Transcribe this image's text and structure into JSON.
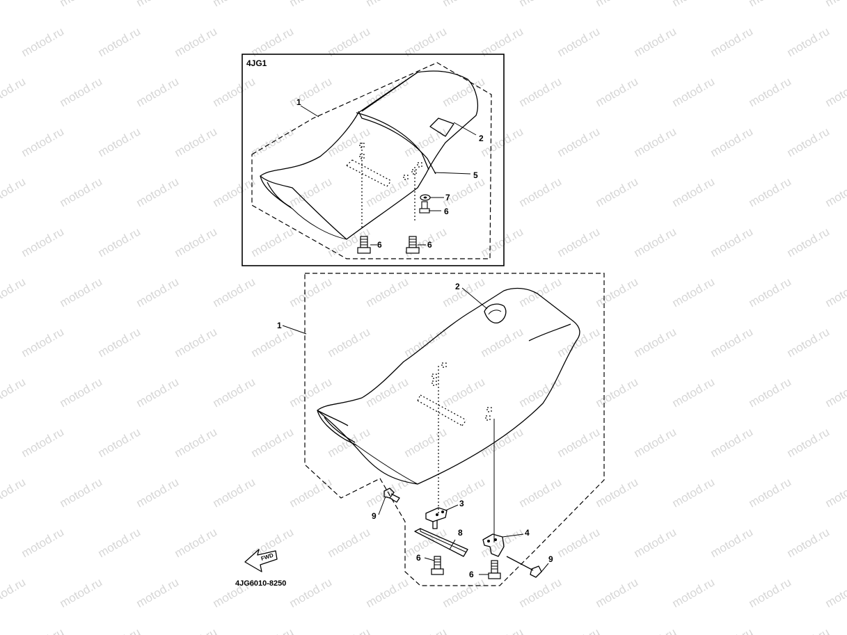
{
  "watermark": {
    "text": "motod.ru",
    "color": "#d6d6d6"
  },
  "inset": {
    "title": "4JG1",
    "callouts": [
      {
        "id": "inset-1",
        "label": "1"
      },
      {
        "id": "inset-2",
        "label": "2"
      },
      {
        "id": "inset-5",
        "label": "5"
      },
      {
        "id": "inset-7",
        "label": "7"
      },
      {
        "id": "inset-6a",
        "label": "6"
      },
      {
        "id": "inset-6b",
        "label": "6"
      },
      {
        "id": "inset-6c",
        "label": "6"
      }
    ]
  },
  "main": {
    "callouts": [
      {
        "id": "main-1",
        "label": "1"
      },
      {
        "id": "main-2",
        "label": "2"
      },
      {
        "id": "main-3",
        "label": "3"
      },
      {
        "id": "main-4",
        "label": "4"
      },
      {
        "id": "main-8",
        "label": "8"
      },
      {
        "id": "main-9a",
        "label": "9"
      },
      {
        "id": "main-9b",
        "label": "9"
      },
      {
        "id": "main-6a",
        "label": "6"
      },
      {
        "id": "main-6b",
        "label": "6"
      }
    ]
  },
  "fwd_label": "FWD",
  "diagram_code": "4JG6010-8250",
  "fwd_icon": "fwd-arrow-icon"
}
